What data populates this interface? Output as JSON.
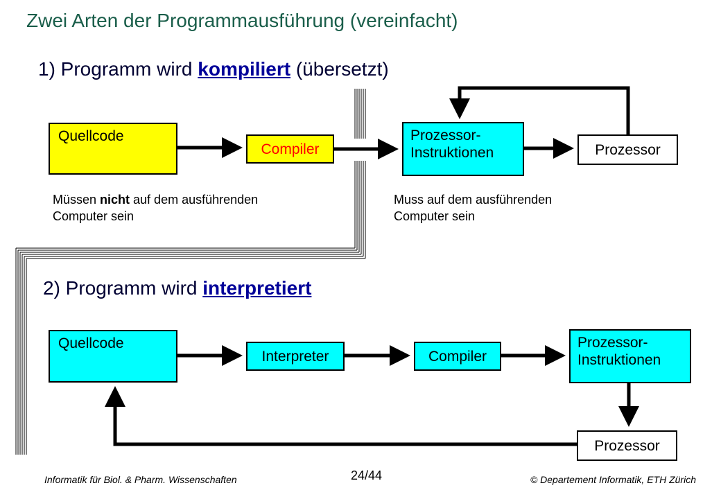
{
  "title": "Zwei Arten der Programmausführung  (vereinfacht)",
  "section1": {
    "prefix": "1) Programm wird ",
    "keyword": "kompiliert",
    "suffix": "  (übersetzt)",
    "boxes": {
      "source": "Quellcode",
      "compiler": "Compiler",
      "instr_line1": "Prozessor-",
      "instr_line2": "Instruktionen",
      "processor": "Prozessor"
    },
    "note_left": {
      "pre": "Müssen ",
      "bold": "nicht",
      "post": " auf dem ausführenden",
      "line2": "Computer sein"
    },
    "note_right": {
      "line1": "Muss auf dem ausführenden",
      "line2": "Computer sein"
    }
  },
  "section2": {
    "prefix": "2) Programm wird ",
    "keyword": "interpretiert",
    "boxes": {
      "source": "Quellcode",
      "interpreter": "Interpreter",
      "compiler": "Compiler",
      "instr_line1": "Prozessor-",
      "instr_line2": "Instruktionen",
      "processor": "Prozessor"
    }
  },
  "footer": {
    "left": "Informatik für Biol. & Pharm. Wissenschaften",
    "page": "24/44",
    "right": "© Departement Informatik, ETH Zürich"
  },
  "colors": {
    "title": "#1a5e4a",
    "box_yellow": "#ffff00",
    "box_cyan": "#00ffff",
    "compiler_text_red": "#ff0000",
    "keyword_blue": "#000099"
  }
}
